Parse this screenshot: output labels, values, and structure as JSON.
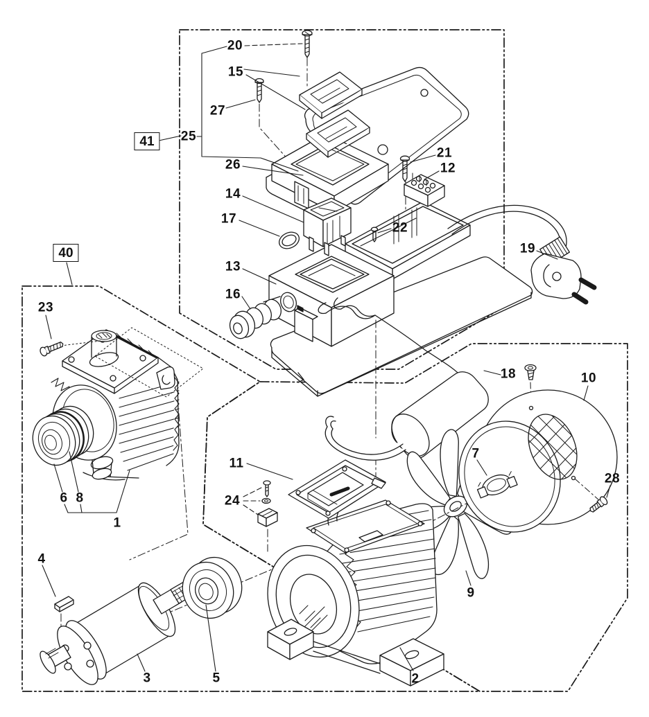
{
  "diagram": {
    "type": "exploded-parts-diagram",
    "subject": "electric motor and terminal box assembly",
    "colors": {
      "line": "#1a1a1a",
      "background": "#ffffff"
    },
    "callouts": [
      {
        "id": "1"
      },
      {
        "id": "2"
      },
      {
        "id": "3"
      },
      {
        "id": "4"
      },
      {
        "id": "5"
      },
      {
        "id": "6"
      },
      {
        "id": "7"
      },
      {
        "id": "8"
      },
      {
        "id": "9"
      },
      {
        "id": "10"
      },
      {
        "id": "11"
      },
      {
        "id": "12"
      },
      {
        "id": "13"
      },
      {
        "id": "14"
      },
      {
        "id": "15"
      },
      {
        "id": "16"
      },
      {
        "id": "17"
      },
      {
        "id": "18"
      },
      {
        "id": "19"
      },
      {
        "id": "20"
      },
      {
        "id": "21"
      },
      {
        "id": "22"
      },
      {
        "id": "23"
      },
      {
        "id": "24"
      },
      {
        "id": "25"
      },
      {
        "id": "26"
      },
      {
        "id": "27"
      },
      {
        "id": "28"
      }
    ],
    "groups": [
      {
        "id": "40"
      },
      {
        "id": "41"
      }
    ]
  }
}
